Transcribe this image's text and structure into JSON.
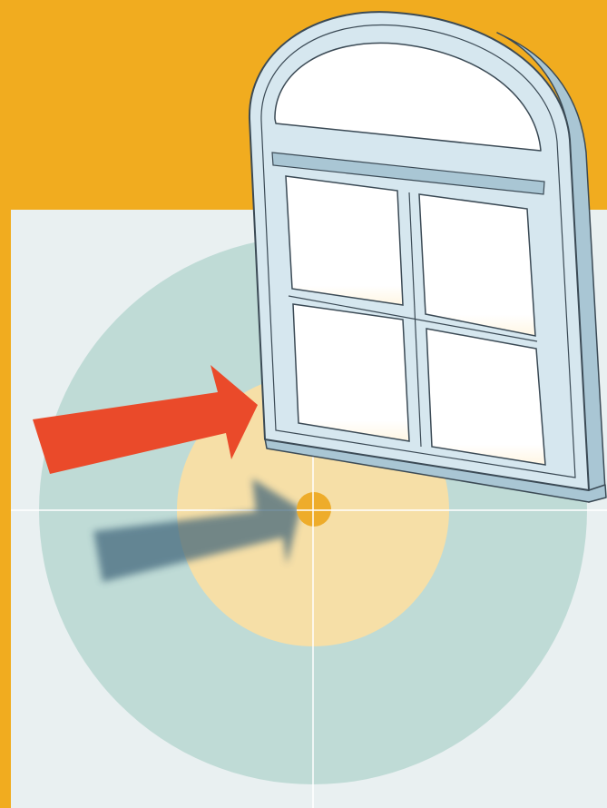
{
  "scene": {
    "subject": "window-with-arrows",
    "colors": {
      "background_orange": "#f1ac1f",
      "panel": "#e9f0f1",
      "outer_ring": "#b7d7d1",
      "inner_disc": "#f9dfa4",
      "center_dot": "#eeac2a",
      "crosshair": "#ffffff",
      "red_arrow": "#ea4a2a",
      "shadow_arrow": "#41657a",
      "window_frame_face": "#d6e7ef",
      "window_frame_side": "#a9c6d4",
      "window_outline": "#3b4a55",
      "window_glass": "#ffffff"
    },
    "icons": {
      "red_arrow": "arrow-right",
      "shadow_arrow": "arrow-right-shadow",
      "window": "arched-window"
    }
  }
}
